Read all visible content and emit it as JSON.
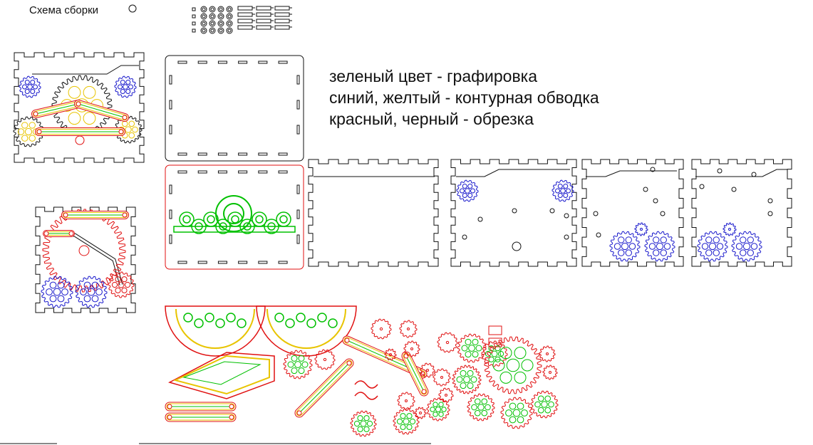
{
  "title": "Схема сборки",
  "legend": [
    "зеленый цвет - графировка",
    "синий, желтый - контурная обводка",
    "красный, черный - обрезка"
  ],
  "colors": {
    "engrave": "#00c000",
    "contour_blue": "#1a1acc",
    "contour_yellow": "#e8c400",
    "cut_red": "#e01010",
    "cut_black": "#111111"
  }
}
